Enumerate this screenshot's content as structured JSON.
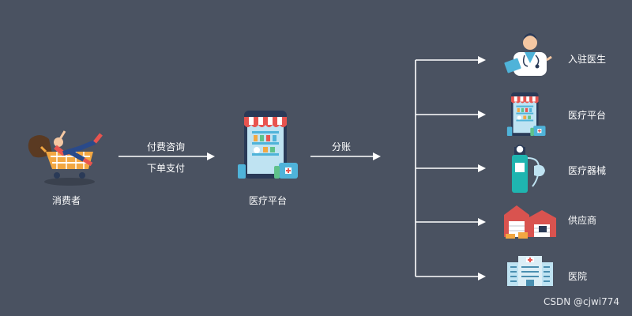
{
  "consumer": {
    "label": "消费者"
  },
  "payment_arrow": {
    "line1": "付费咨询",
    "line2": "下单支付"
  },
  "platform": {
    "label": "医疗平台"
  },
  "split_arrow": {
    "label": "分账"
  },
  "recipients": [
    {
      "label": "入驻医生",
      "icon": "doctor-icon"
    },
    {
      "label": "医疗平台",
      "icon": "pharmacy-phone-icon"
    },
    {
      "label": "医疗器械",
      "icon": "oxygen-tank-icon"
    },
    {
      "label": "供应商",
      "icon": "warehouse-icon"
    },
    {
      "label": "医院",
      "icon": "hospital-icon"
    }
  ],
  "watermark": "CSDN @cjwi774",
  "colors": {
    "background": "#4a5261",
    "line": "#ffffff",
    "awning_red": "#e8544f",
    "phone_blue": "#4fb3d9"
  }
}
